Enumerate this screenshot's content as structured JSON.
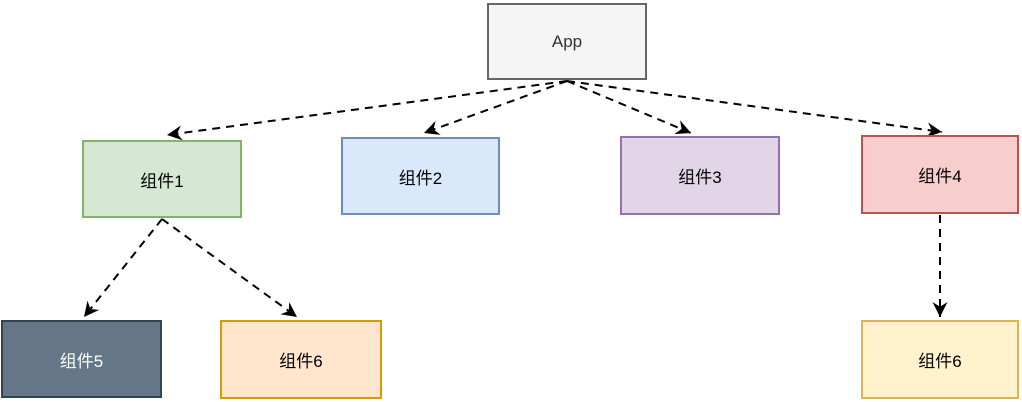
{
  "diagram": {
    "type": "tree",
    "background_color": "#ffffff",
    "edge_style": "dashed",
    "edge_color": "#000000",
    "arrowhead": "filled-triangle",
    "nodes": [
      {
        "id": "app",
        "label": "App",
        "fill": "#f5f5f5",
        "stroke": "#666666",
        "text_color": "#333333"
      },
      {
        "id": "comp1",
        "label": "组件1",
        "fill": "#d5e8d4",
        "stroke": "#82b366",
        "text_color": "#000000"
      },
      {
        "id": "comp2",
        "label": "组件2",
        "fill": "#dae8fc",
        "stroke": "#6c8ebf",
        "text_color": "#000000"
      },
      {
        "id": "comp3",
        "label": "组件3",
        "fill": "#e1d5e7",
        "stroke": "#9673a6",
        "text_color": "#000000"
      },
      {
        "id": "comp4",
        "label": "组件4",
        "fill": "#f8cecc",
        "stroke": "#b85450",
        "text_color": "#000000"
      },
      {
        "id": "comp5",
        "label": "组件5",
        "fill": "#647687",
        "stroke": "#314354",
        "text_color": "#ffffff"
      },
      {
        "id": "comp6a",
        "label": "组件6",
        "fill": "#ffe6cc",
        "stroke": "#d79b00",
        "text_color": "#000000"
      },
      {
        "id": "comp6b",
        "label": "组件6",
        "fill": "#fff2cc",
        "stroke": "#d6b656",
        "text_color": "#000000"
      }
    ],
    "edges": [
      {
        "from": "app",
        "to": "comp1"
      },
      {
        "from": "app",
        "to": "comp2"
      },
      {
        "from": "app",
        "to": "comp3"
      },
      {
        "from": "app",
        "to": "comp4"
      },
      {
        "from": "comp1",
        "to": "comp5"
      },
      {
        "from": "comp1",
        "to": "comp6a"
      },
      {
        "from": "comp4",
        "to": "comp6b"
      }
    ]
  }
}
